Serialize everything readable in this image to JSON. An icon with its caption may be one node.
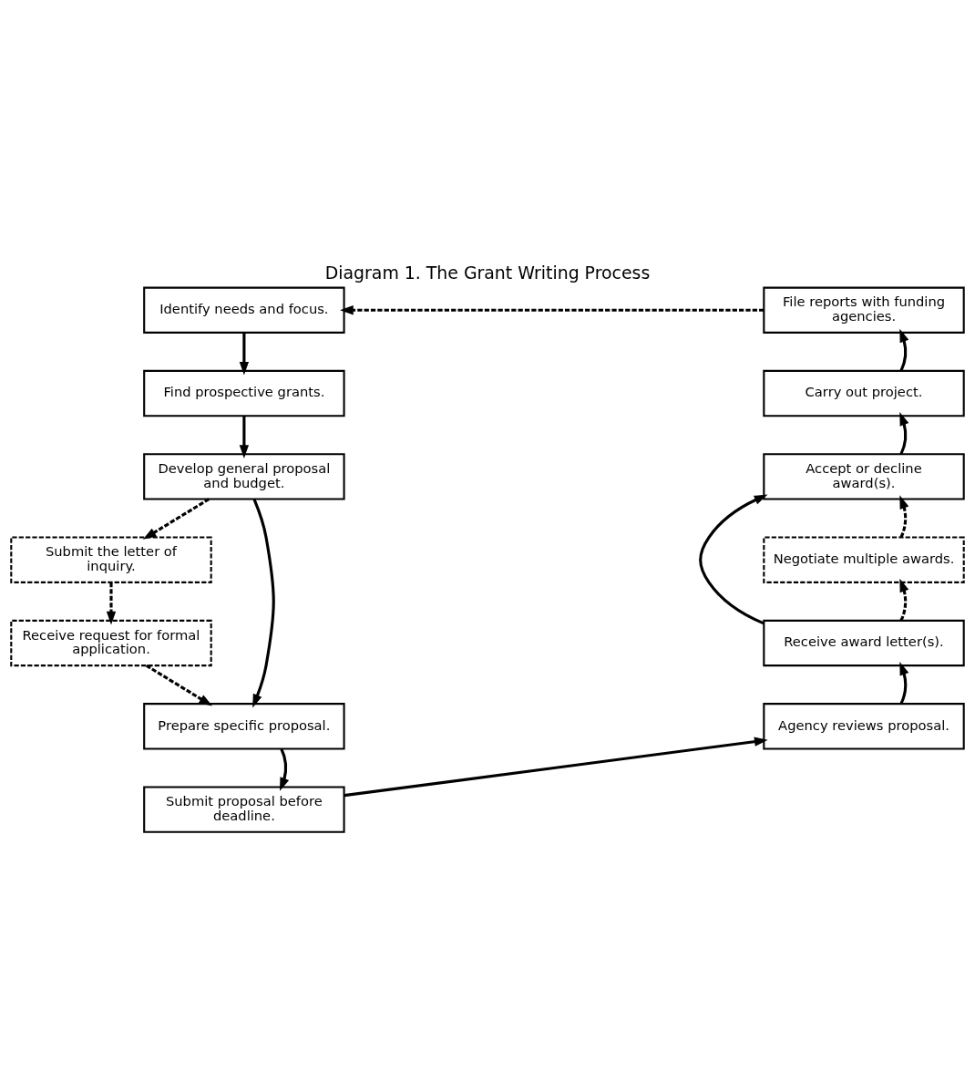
{
  "diagram": {
    "title": "Diagram 1. The Grant Writing Process",
    "nodes": [
      {
        "text": [
          "Identify needs and focus."
        ]
      },
      {
        "text": [
          "Find prospective grants."
        ]
      },
      {
        "text": [
          "Develop general proposal and budget."
        ]
      },
      {
        "text": [
          "Submit the letter of inquiry."
        ]
      },
      {
        "text": [
          "Receive request for formal application."
        ]
      },
      {
        "text": [
          "Prepare specific proposal."
        ]
      },
      {
        "text": [
          "Submit proposal before deadline."
        ]
      },
      {
        "text": [
          "Agency reviews proposal."
        ]
      },
      {
        "text": [
          "Receive award letter(s)."
        ]
      },
      {
        "text": [
          "Negotiate multiple awards."
        ]
      },
      {
        "text": [
          "Accept or decline award(s)."
        ]
      },
      {
        "text": [
          "Carry out project."
        ]
      },
      {
        "text": [
          "File reports with funding agencies."
        ]
      }
    ],
    "edges": [
      {
        "from": 0,
        "to": 1,
        "arrow": "to"
      },
      {
        "from": 1,
        "to": 2,
        "arrow": "to"
      },
      {
        "from": 2,
        "to": 3,
        "arrow": "to",
        "style": "dashed"
      },
      {
        "from": 3,
        "to": 4,
        "arrow": "to",
        "style": "dashed"
      },
      {
        "from": 4,
        "to": 5,
        "arrow": "to",
        "style": "dashed"
      },
      {
        "from": 2,
        "to": 5,
        "arrow": "to"
      },
      {
        "from": 5,
        "to": 6,
        "arrow": "to"
      },
      {
        "from": 6,
        "to": 7,
        "arrow": "to"
      },
      {
        "from": 7,
        "to": 8,
        "arrow": "to"
      },
      {
        "from": 8,
        "to": 9,
        "arrow": "to",
        "style": "dashed"
      },
      {
        "from": 9,
        "to": 10,
        "arrow": "to",
        "style": "dashed"
      },
      {
        "from": 8,
        "to": 10,
        "arrow": "to"
      },
      {
        "from": 10,
        "to": 11,
        "arrow": "to"
      },
      {
        "from": 11,
        "to": 12,
        "arrow": "to"
      },
      {
        "from": 12,
        "to": 0,
        "arrow": "to",
        "style": "dashed"
      }
    ]
  }
}
